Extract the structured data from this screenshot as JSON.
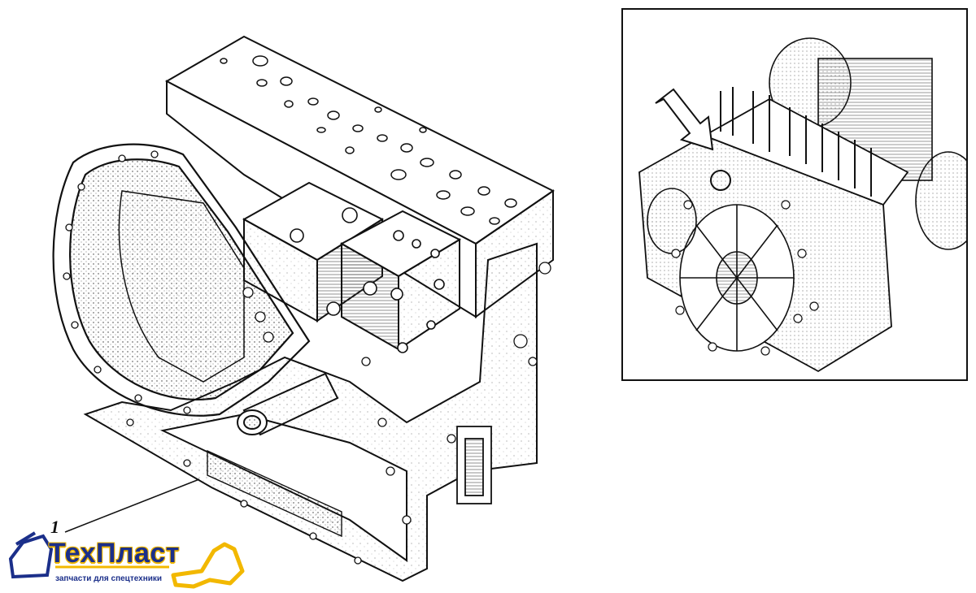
{
  "figure": {
    "callout_label": "1"
  },
  "logo": {
    "name": "ТехПласт",
    "tagline": "запчасти для спецтехники",
    "colors": {
      "blue": "#1b2f8a",
      "yellow": "#f2b800"
    }
  },
  "icons": [
    "transmission-housing-drawing",
    "assembled-transmission-drawing",
    "location-arrow-icon",
    "excavator-logo-icon"
  ]
}
